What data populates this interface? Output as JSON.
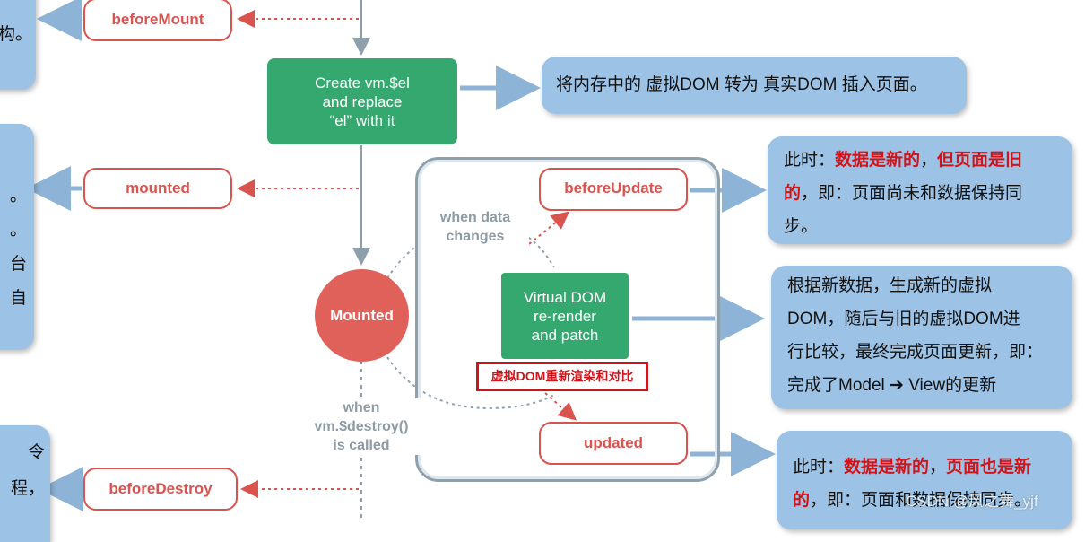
{
  "hooks": {
    "before_mount": "beforeMount",
    "mounted": "mounted",
    "before_update": "beforeUpdate",
    "updated": "updated",
    "before_destroy": "beforeDestroy"
  },
  "green_boxes": {
    "create_el": [
      "Create vm.$el",
      "and replace",
      "“el” with it"
    ],
    "vdom": [
      "Virtual DOM",
      "re-render",
      "and patch"
    ]
  },
  "mounted_circle": "Mounted",
  "labels": {
    "when_data_changes": [
      "when data",
      "changes"
    ],
    "when_destroy": [
      "when",
      "vm.$destroy()",
      "is called"
    ]
  },
  "red_caption": "虚拟DOM重新渲染和对比",
  "notes": {
    "insert_page": "将内存中的 虚拟DOM 转为 真实DOM 插入页面。",
    "before_update": {
      "p1": "此时：",
      "r1": "数据是新的",
      "p2": "，",
      "r2": "但页面是旧的",
      "p3": "，即：页面尚未和数据保持同步。"
    },
    "vdom_desc": [
      "根据新数据，生成新的虚拟",
      "DOM，随后与旧的虚拟DOM进",
      "行比较，最终完成页面更新，即：",
      "完成了Model ➔ View的更新"
    ],
    "updated": {
      "p1": "此时：",
      "r1": "数据是新的",
      "p2": "，",
      "r2": "页面也是新",
      "r3": "的",
      "p3": "，即：页面和数据保持同步。"
    }
  },
  "left_fragments": {
    "top": "构。",
    "mid": [
      "。",
      "。",
      "台",
      "自"
    ],
    "bottom": [
      "令",
      "程，"
    ]
  },
  "watermark": "CSDN @风之舞_yjf"
}
